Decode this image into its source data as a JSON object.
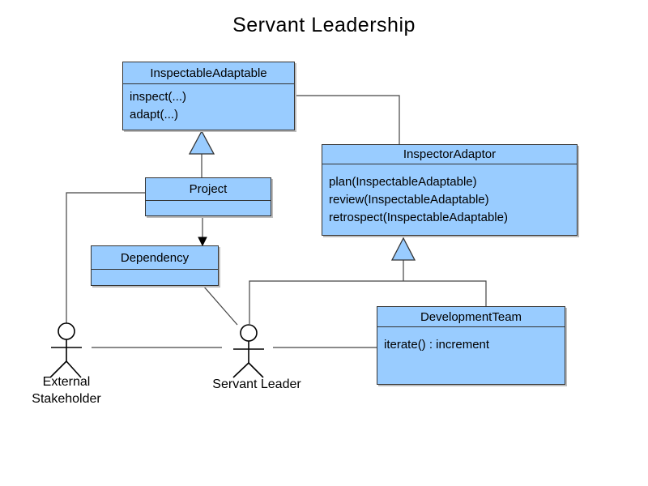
{
  "title": "Servant Leadership",
  "classes": {
    "inspectable_adaptable": {
      "name": "InspectableAdaptable",
      "methods": [
        "inspect(...)",
        "adapt(...)"
      ]
    },
    "inspector_adaptor": {
      "name": "InspectorAdaptor",
      "methods": [
        "plan(InspectableAdaptable)",
        "review(InspectableAdaptable)",
        "retrospect(InspectableAdaptable)"
      ]
    },
    "project": {
      "name": "Project",
      "methods": []
    },
    "dependency": {
      "name": "Dependency",
      "methods": []
    },
    "development_team": {
      "name": "DevelopmentTeam",
      "methods": [
        "iterate() : increment"
      ]
    }
  },
  "actors": {
    "external_stakeholder": {
      "label_lines": [
        "External",
        "Stakeholder"
      ]
    },
    "servant_leader": {
      "label_lines": [
        "Servant Leader"
      ]
    }
  },
  "colors": {
    "class_fill": "#99CCFF",
    "class_border": "#333333",
    "connector_line": "#444444",
    "text": "#000000",
    "background": "#FFFFFF"
  }
}
